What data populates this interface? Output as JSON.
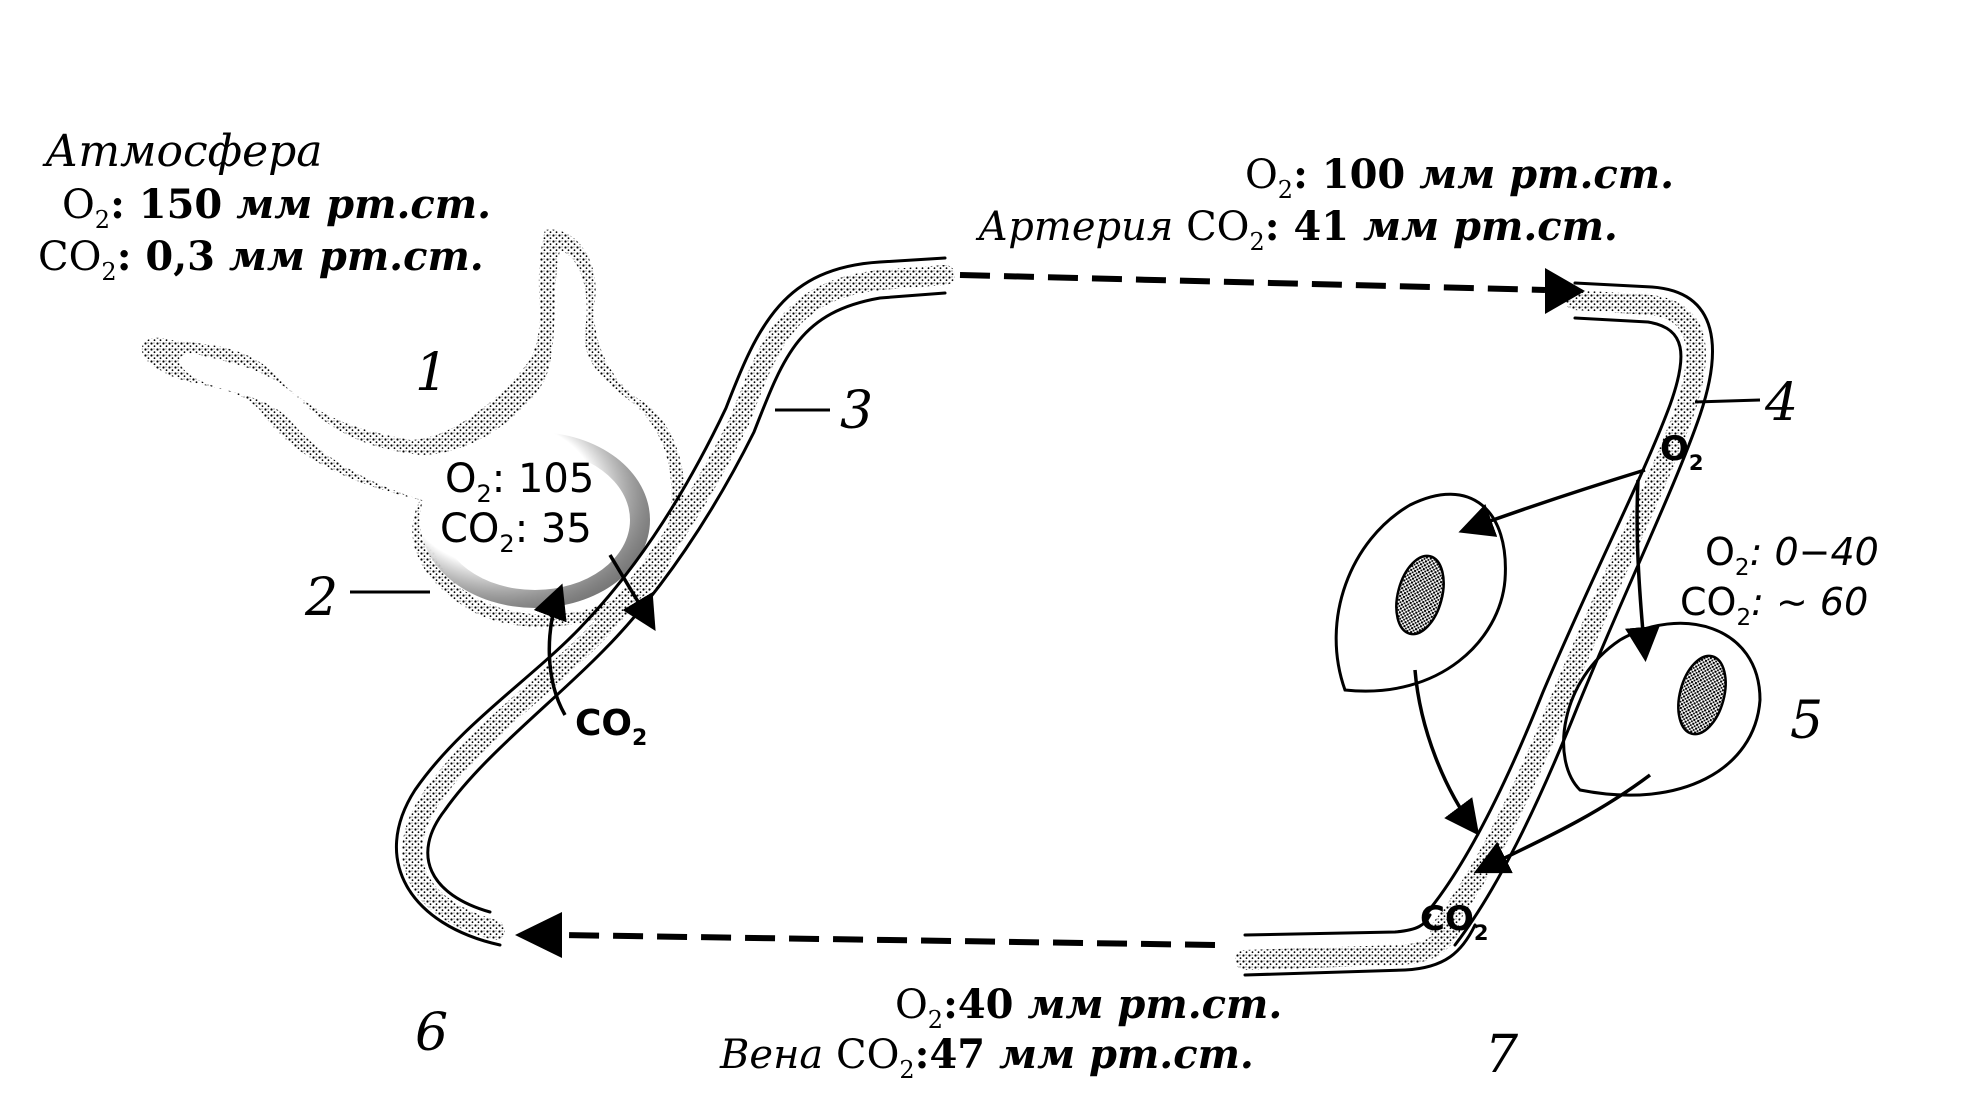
{
  "atmosphere": {
    "title": "Атмосфера",
    "o2_prefix": "O",
    "o2_sub": "2",
    "o2_value": ": 150",
    "o2_unit": " мм рт.ст.",
    "co2_prefix": "CO",
    "co2_sub": "2",
    "co2_value": ": 0,3",
    "co2_unit": " мм рт.ст."
  },
  "alveolus": {
    "o2_prefix": "O",
    "o2_sub": "2",
    "o2_value": ": 105",
    "co2_prefix": "CO",
    "co2_sub": "2",
    "co2_value": ": 35",
    "exchange_prefix": "CO",
    "exchange_sub": "2"
  },
  "artery": {
    "o2_prefix": "O",
    "o2_sub": "2",
    "o2_value": ": 100",
    "o2_unit": " мм рт.ст.",
    "name": "Артерия",
    "co2_prefix": "CO",
    "co2_sub": "2",
    "co2_value": ": 41",
    "co2_unit": " мм рт.ст."
  },
  "tissue": {
    "o2_prefix": "O",
    "o2_sub": "2",
    "o2_value": ": 0−40",
    "co2_prefix": "CO",
    "co2_sub": "2",
    "co2_value": ": ∼ 60",
    "o2_in_prefix": "O",
    "o2_in_sub": "2",
    "co2_out_prefix": "CO",
    "co2_out_sub": "2"
  },
  "vein": {
    "o2_prefix": "O",
    "o2_sub": "2",
    "o2_value": ":40",
    "o2_unit": " мм рт.ст.",
    "name": "Вена",
    "co2_prefix": "CO",
    "co2_sub": "2",
    "co2_value": ":47",
    "co2_unit": " мм рт.ст."
  },
  "numbers": {
    "n1": "1",
    "n2": "2",
    "n3": "3",
    "n4": "4",
    "n5": "5",
    "n6": "6",
    "n7": "7"
  }
}
